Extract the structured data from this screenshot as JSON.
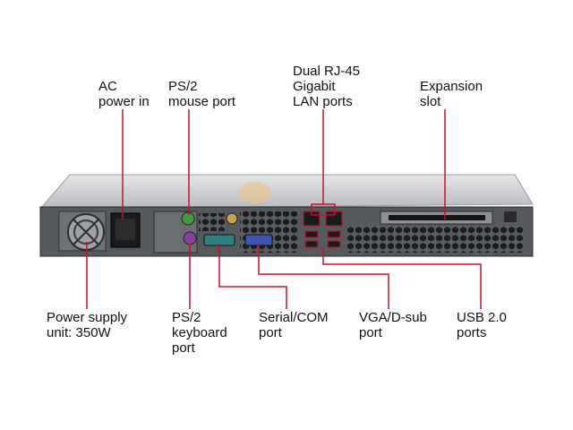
{
  "labels": {
    "ac_power": [
      "AC",
      "power in"
    ],
    "ps2_mouse": [
      "PS/2",
      "mouse port"
    ],
    "dual_lan": [
      "Dual RJ-45",
      "Gigabit",
      "LAN ports"
    ],
    "expansion": [
      "Expansion",
      "slot"
    ],
    "psu": [
      "Power supply",
      "unit: 350W"
    ],
    "ps2_keyboard": [
      "PS/2",
      "keyboard",
      "port"
    ],
    "serial": [
      "Serial/COM",
      "port"
    ],
    "vga": [
      "VGA/D-sub",
      "port"
    ],
    "usb": [
      "USB 2.0",
      "ports"
    ]
  },
  "colors": {
    "leader_line": "#c8102e",
    "chassis_top": "#c4c6c9",
    "chassis_face": "#55585c",
    "ps2_mouse": "#3f9a3f",
    "ps2_keyboard": "#8a3f9a",
    "serial": "#2f8080",
    "vga": "#3a56b0"
  }
}
